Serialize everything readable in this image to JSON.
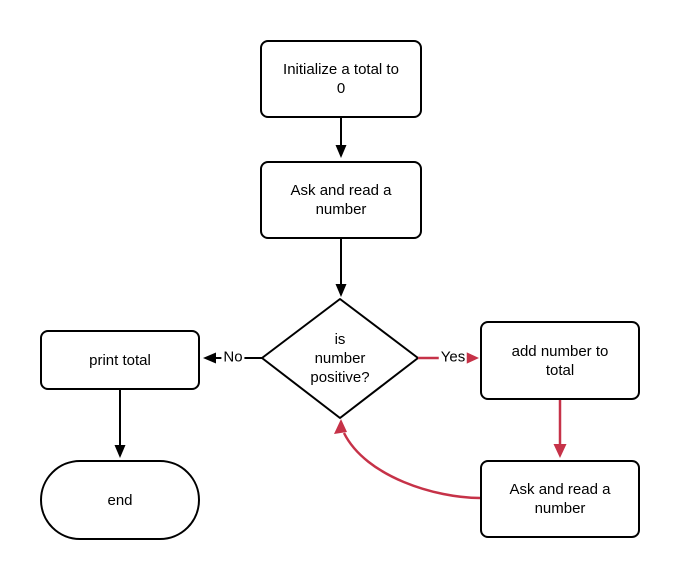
{
  "nodes": {
    "init": {
      "type": "process",
      "lines": [
        "Initialize a total to",
        "0"
      ]
    },
    "read_top": {
      "type": "process",
      "lines": [
        "Ask and read a",
        "number"
      ]
    },
    "decision": {
      "type": "decision",
      "lines": [
        "is",
        "number",
        "positive?"
      ]
    },
    "print": {
      "type": "process",
      "lines": [
        "print total"
      ]
    },
    "end": {
      "type": "terminator",
      "lines": [
        "end"
      ]
    },
    "add": {
      "type": "process",
      "lines": [
        "add number to",
        "total"
      ]
    },
    "read_loop": {
      "type": "process",
      "lines": [
        "Ask and read a",
        "number"
      ]
    }
  },
  "edge_labels": {
    "no": "No",
    "yes": "Yes"
  },
  "colors": {
    "main_stroke": "#000000",
    "loop_stroke": "#c63248",
    "node_fill": "#ffffff",
    "label_text": "#000000"
  }
}
